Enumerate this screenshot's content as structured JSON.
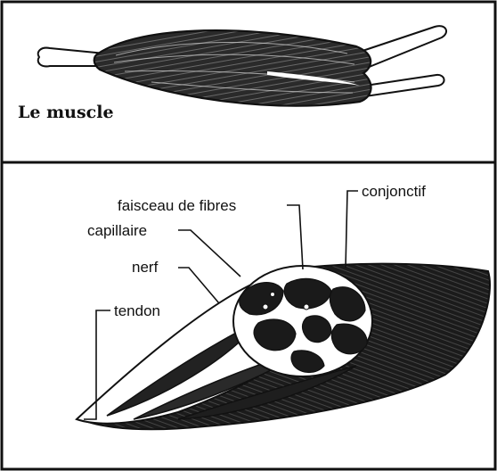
{
  "top_panel": {
    "title": "Le muscle"
  },
  "bottom_panel": {
    "labels": {
      "faisceau": "faisceau de fibres",
      "capillaire": "capillaire",
      "nerf": "nerf",
      "tendon": "tendon",
      "conjonctif": "conjonctif"
    }
  },
  "colors": {
    "ink": "#111111",
    "muscle_dark": "#1a1a1a",
    "paper": "#ffffff"
  }
}
